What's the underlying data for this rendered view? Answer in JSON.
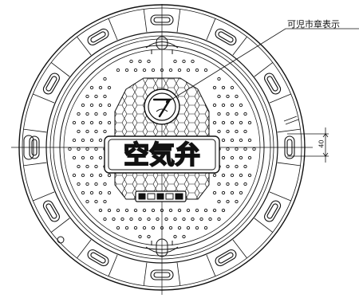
{
  "callout": {
    "label": "可児市章表示"
  },
  "dimension": {
    "value": "40"
  },
  "emblem": {
    "text": "空気弁"
  },
  "marking_plate": {
    "text": ""
  },
  "colors": {
    "line": "#111111",
    "background": "#ffffff"
  }
}
